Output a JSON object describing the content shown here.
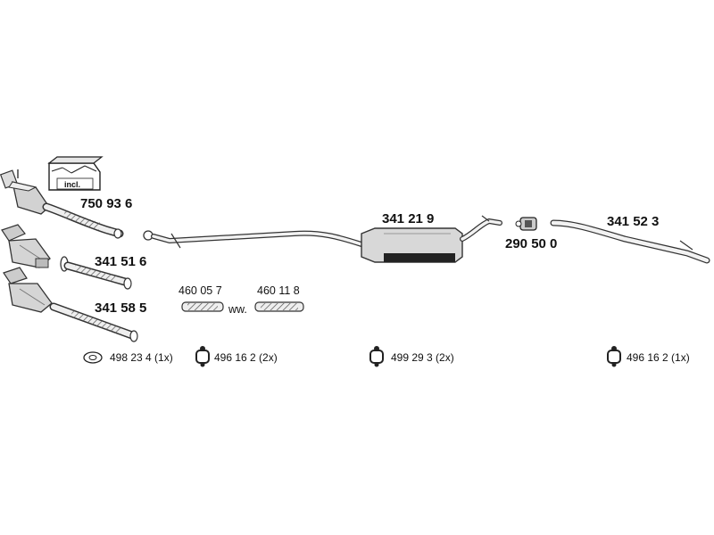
{
  "parts": {
    "cat_kit": "750 93 6",
    "incl_badge": "incl.",
    "front_pipe_a": "341 51 6",
    "front_pipe_b": "341 58 5",
    "flex_a": "460 05 7",
    "ww_note": "ww.",
    "flex_b": "460 11 8",
    "middle_silencer": "341 21 9",
    "clamp": "290 50 0",
    "tail_pipe": "341 52 3"
  },
  "hardware": {
    "gasket": "498 23 4 (1x)",
    "mount_a": "496 16 2 (2x)",
    "mount_b": "499 29 3 (2x)",
    "mount_c": "496 16 2 (1x)"
  }
}
